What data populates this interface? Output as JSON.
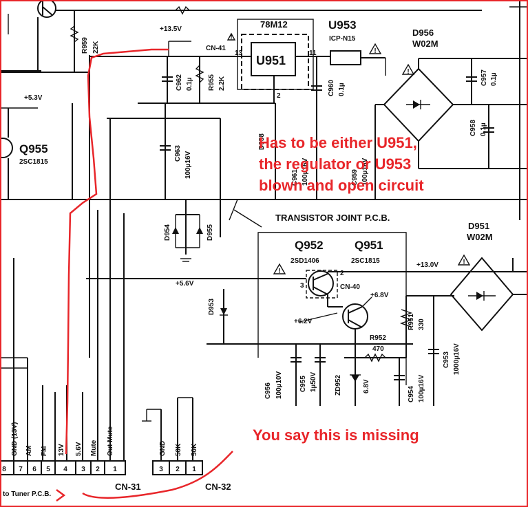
{
  "title": "",
  "colors": {
    "annotation": "#e8262a",
    "ink": "#111111",
    "background": "#ffffff"
  },
  "components": {
    "u951": {
      "ref": "U951",
      "type": "78M12",
      "pin_in": "13",
      "pin_out": "11",
      "pin_gnd": "2"
    },
    "u953": {
      "ref": "U953",
      "type": "ICP-N15"
    },
    "d956": {
      "ref": "D956",
      "type": "W02M"
    },
    "d951": {
      "ref": "D951",
      "type": "W02M"
    },
    "q955": {
      "ref": "Q955",
      "type": "2SC1815"
    },
    "q952": {
      "ref": "Q952",
      "type": "2SD1406",
      "pin_b": "3",
      "pin_c": "2"
    },
    "q951": {
      "ref": "Q951",
      "type": "2SC1815"
    },
    "r959": {
      "ref": "R959",
      "value": "22K"
    },
    "r955": {
      "ref": "R955",
      "value": "2.2K"
    },
    "r952": {
      "ref": "R952",
      "value": "470"
    },
    "r951": {
      "ref": "R951",
      "value": "330"
    },
    "c962": {
      "ref": "C962",
      "value": "0.1µ"
    },
    "c963": {
      "ref": "C963",
      "value": "100µ16V"
    },
    "c960": {
      "ref": "C960",
      "value": "0.1µ"
    },
    "c961": {
      "ref": "C961",
      "value": "100µ16V"
    },
    "c959": {
      "ref": "C959",
      "value": "100µ16V"
    },
    "c957": {
      "ref": "C957",
      "value": "0.1µ"
    },
    "c958": {
      "ref": "C958",
      "value": "0.1µ"
    },
    "c956": {
      "ref": "C956",
      "value": "100µ10V"
    },
    "c955": {
      "ref": "C955",
      "value": "1µ50V"
    },
    "c954": {
      "ref": "C954",
      "value": "100µ16V"
    },
    "c953": {
      "ref": "C953",
      "value": "1000µ16V"
    },
    "zd952": {
      "ref": "ZD952",
      "value": "6.8V"
    },
    "d958": {
      "ref": "D958"
    },
    "d954": {
      "ref": "D954"
    },
    "d955": {
      "ref": "D955"
    },
    "d953": {
      "ref": "D953"
    }
  },
  "voltages": {
    "v13_5": "+13.5V",
    "v5_3": "+5.3V",
    "v5_6": "+5.6V",
    "v13_0": "+13.0V",
    "v6_8": "+6.8V",
    "v6_2": "+6.2V"
  },
  "labels": {
    "cn41": "CN-41",
    "cn40": "CN-40",
    "cn31": "CN-31",
    "cn32": "CN-32",
    "transistor_joint": "TRANSISTOR JOINT P.C.B.",
    "to_tuner": "to Tuner P.C.B."
  },
  "cn31_pins": {
    "numbers": [
      "8",
      "7",
      "6",
      "5",
      "4",
      "3",
      "2",
      "1"
    ],
    "names": [
      "GND (13V)",
      "AM",
      "FM",
      "13V",
      "5.6V",
      "Mute",
      "Out Mute"
    ]
  },
  "cn32_pins": {
    "numbers": [
      "3",
      "2",
      "1"
    ],
    "names": [
      "GND",
      "50K",
      "50K"
    ]
  },
  "annotations": {
    "note1_line1": "Has to be either U951,",
    "note1_line2": "the regulator or U953",
    "note1_line3": "blown and open circuit",
    "note2": "You say this is missing"
  }
}
